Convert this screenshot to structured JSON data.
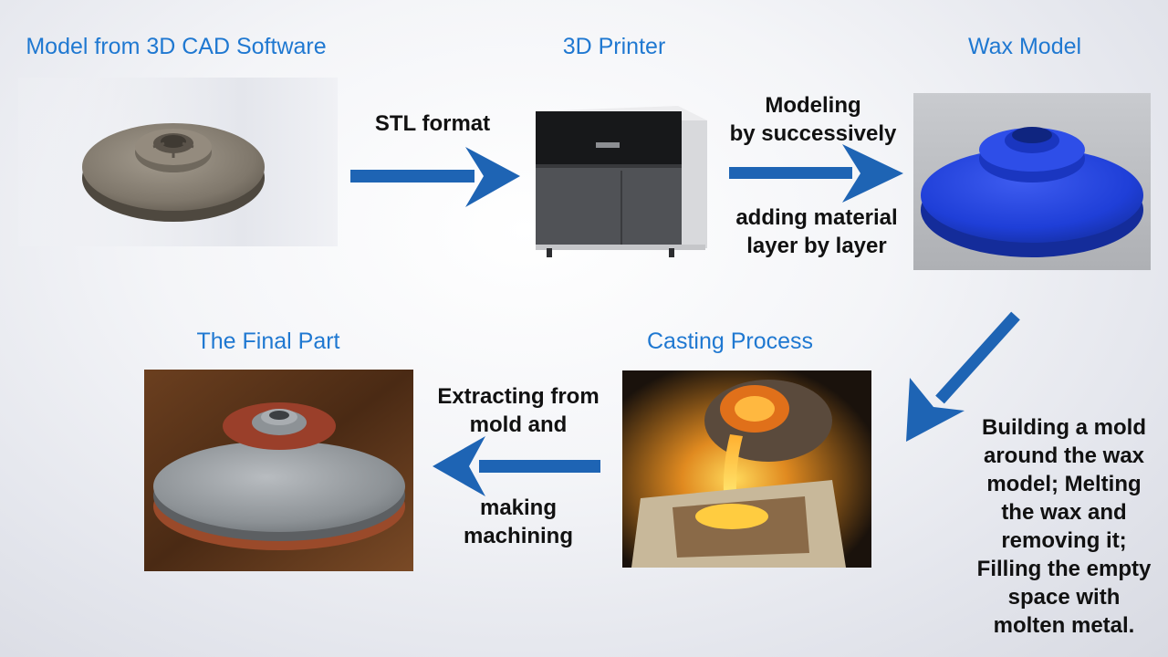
{
  "steps": {
    "cad_model": {
      "title": "Model from 3D CAD Software"
    },
    "printer": {
      "title": "3D Printer"
    },
    "wax_model": {
      "title": "Wax Model"
    },
    "casting": {
      "title": "Casting Process"
    },
    "final_part": {
      "title": "The Final Part"
    }
  },
  "arrows": {
    "cad_to_printer": {
      "label": "STL format"
    },
    "printer_to_wax": {
      "label_top": [
        "Modeling",
        "by successively"
      ],
      "label_bottom": [
        "adding material",
        "layer by layer"
      ]
    },
    "wax_to_casting": {
      "label": [
        "Building a mold",
        "around the wax",
        "model; Melting",
        "the wax and",
        "removing it;",
        "Filling the empty",
        "space with",
        "molten metal."
      ]
    },
    "casting_to_final": {
      "label_top": [
        "Extracting from",
        "mold and"
      ],
      "label_bottom": [
        "making",
        "machining"
      ]
    }
  },
  "colors": {
    "title_blue": "#1f78d1",
    "arrow_blue": "#1e64b4",
    "wax_blue": "#1f3fd8",
    "impeller_gray": "#7a7266"
  },
  "icons": [
    "impeller-cad-image",
    "3d-printer-image",
    "wax-impeller-image",
    "molten-metal-pouring-image",
    "machined-impeller-image"
  ]
}
